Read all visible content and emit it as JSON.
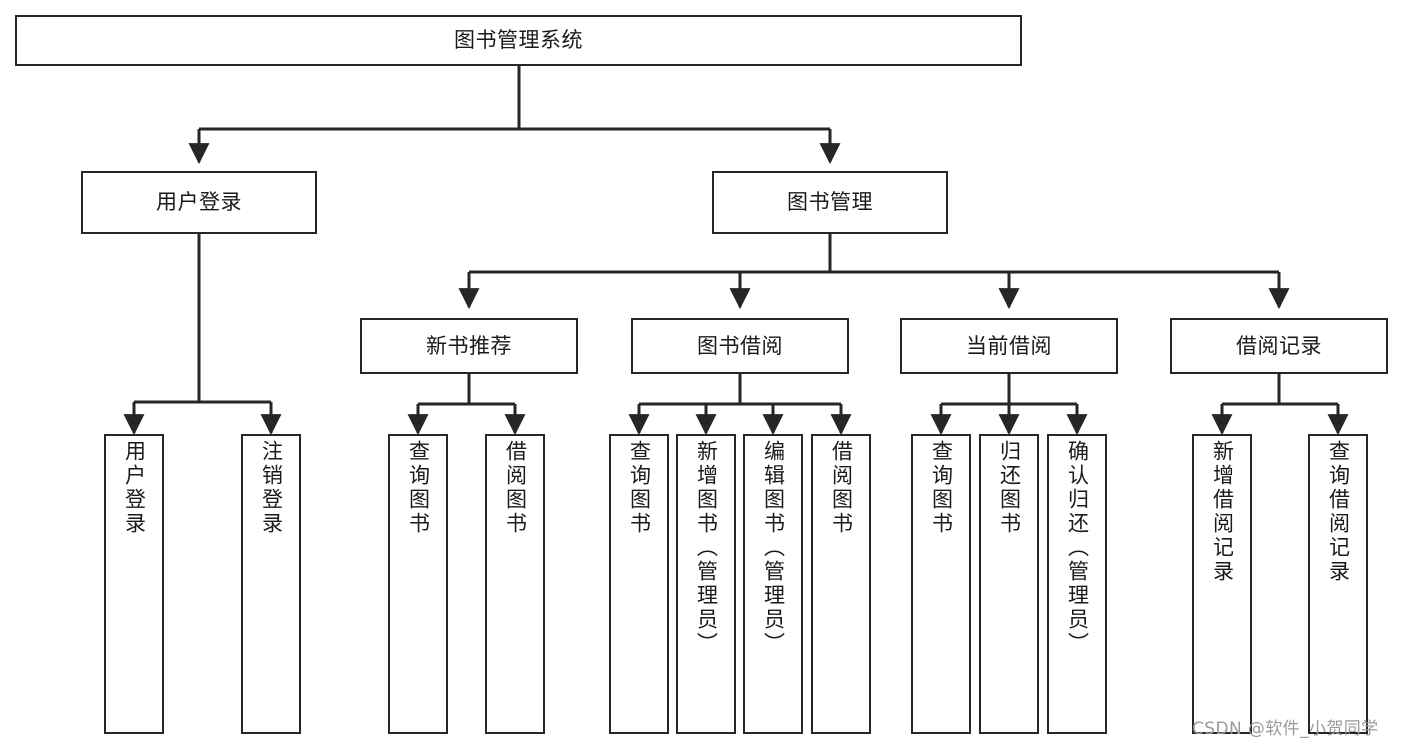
{
  "diagram": {
    "type": "hierarchy-tree",
    "title": "图书管理系统",
    "levels": 4,
    "root": {
      "label": "图书管理系统"
    },
    "level2": [
      {
        "label": "用户登录"
      },
      {
        "label": "图书管理"
      }
    ],
    "level3": [
      {
        "label": "新书推荐"
      },
      {
        "label": "图书借阅"
      },
      {
        "label": "当前借阅"
      },
      {
        "label": "借阅记录"
      }
    ],
    "leaves": {
      "user_login": [
        {
          "label": "用户登录"
        },
        {
          "label": "注销登录"
        }
      ],
      "new_book_recommend": [
        {
          "label": "查询图书"
        },
        {
          "label": "借阅图书"
        }
      ],
      "book_borrow": [
        {
          "label": "查询图书"
        },
        {
          "label": "新增图书（管理员）"
        },
        {
          "label": "编辑图书（管理员）"
        },
        {
          "label": "借阅图书"
        }
      ],
      "current_borrow": [
        {
          "label": "查询图书"
        },
        {
          "label": "归还图书"
        },
        {
          "label": "确认归还（管理员）"
        }
      ],
      "borrow_record": [
        {
          "label": "新增借阅记录"
        },
        {
          "label": "查询借阅记录"
        }
      ]
    }
  },
  "watermark": {
    "text": "CSDN @软件_小贺同学"
  },
  "colors": {
    "stroke": "#262626",
    "text": "#1a1a1a",
    "background": "#ffffff",
    "watermark": "#9a9a9a"
  }
}
